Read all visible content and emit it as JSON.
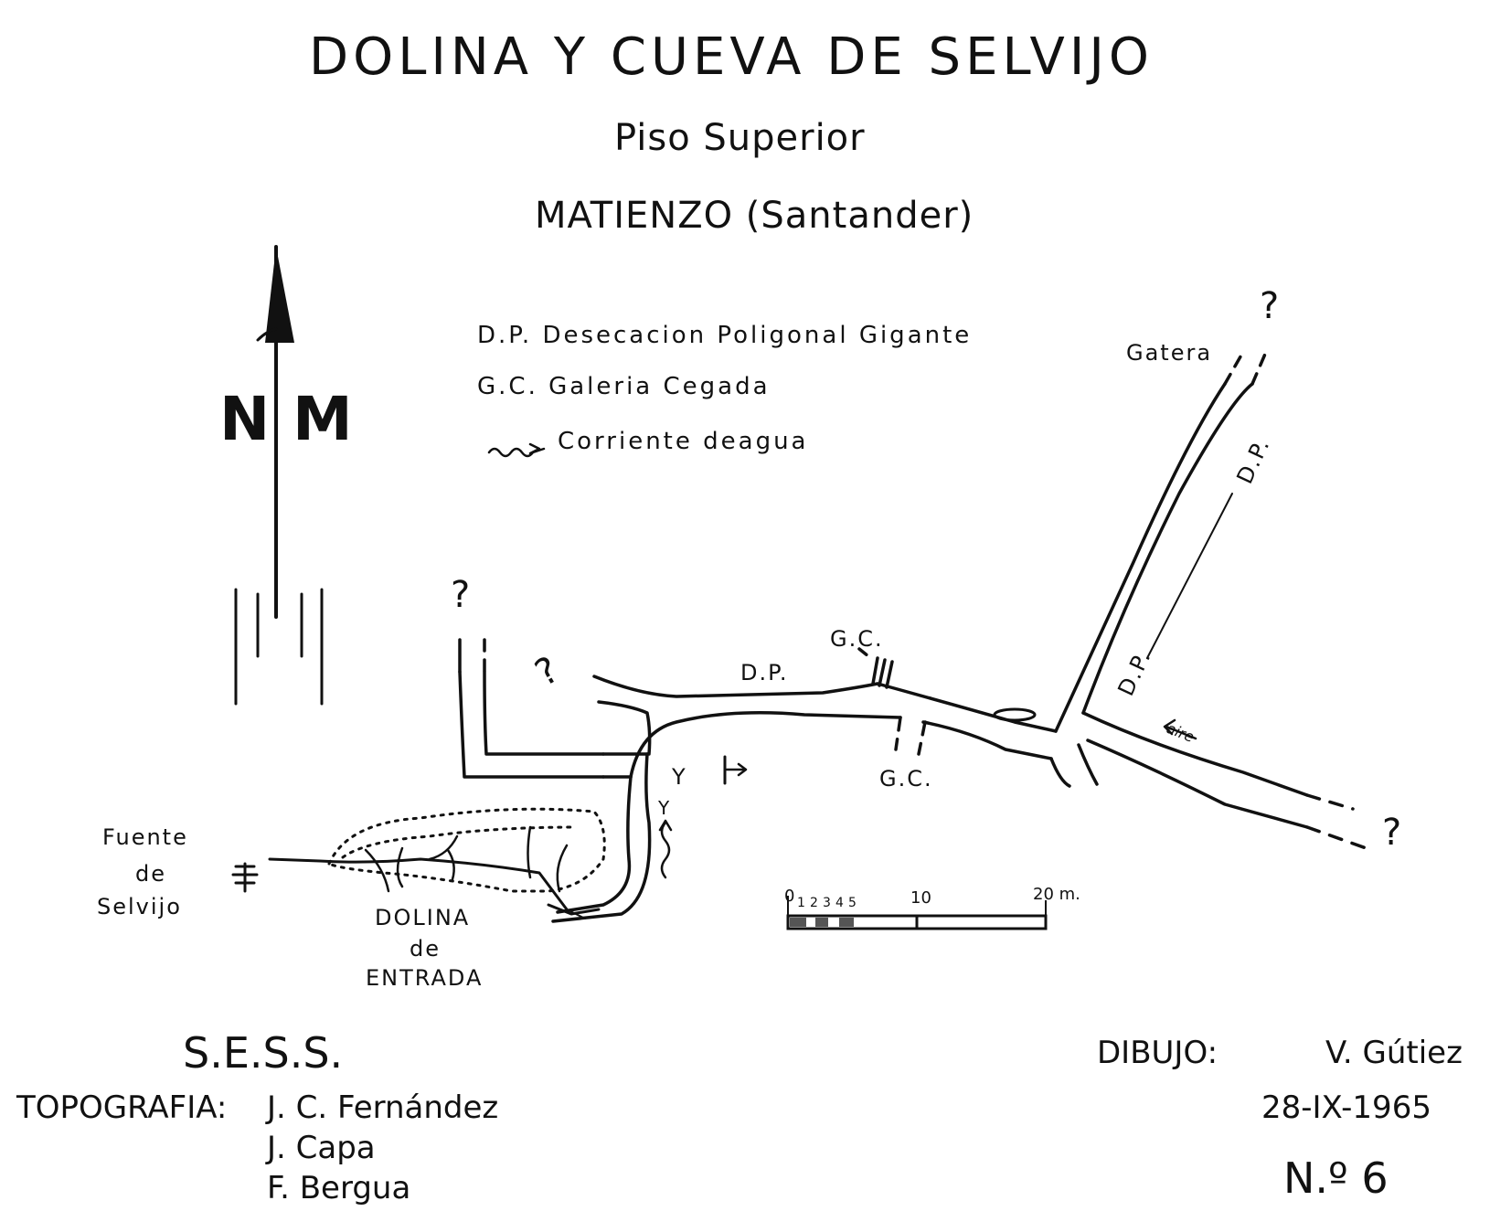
{
  "header": {
    "title": "DOLINA Y CUEVA DE SELVIJO",
    "subtitle": "Piso Superior",
    "location": "MATIENZO (Santander)"
  },
  "legend": {
    "dp": "D.P. Desecacion Poligonal Gigante",
    "gc": "G.C. Galeria Cegada",
    "water": "Corriente deagua"
  },
  "north": {
    "n": "N",
    "m": "M"
  },
  "map_labels": {
    "gatera": "Gatera",
    "question": "?",
    "dp": "D.P.",
    "gc": "G.C.",
    "aire": "aire",
    "y": "Y",
    "fuente_1": "Fuente",
    "fuente_2": "de",
    "fuente_3": "Selvijo",
    "dolina_1": "DOLINA",
    "dolina_2": "de",
    "dolina_3": "ENTRADA"
  },
  "scale": {
    "ticks": [
      "0",
      "1",
      "2",
      "3",
      "4",
      "5"
    ],
    "ten": "10",
    "twenty": "20 m."
  },
  "credits": {
    "org": "S.E.S.S.",
    "topo_label": "TOPOGRAFIA:",
    "topo_names": [
      "J. C. Fernández",
      "J. Capa",
      "F. Bergua"
    ],
    "dibujo_label": "DIBUJO:",
    "dibujo_name": "V. Gútiez",
    "date": "28-IX-1965",
    "number": "N.º 6"
  },
  "colors": {
    "ink": "#111111",
    "paper": "#ffffff"
  }
}
